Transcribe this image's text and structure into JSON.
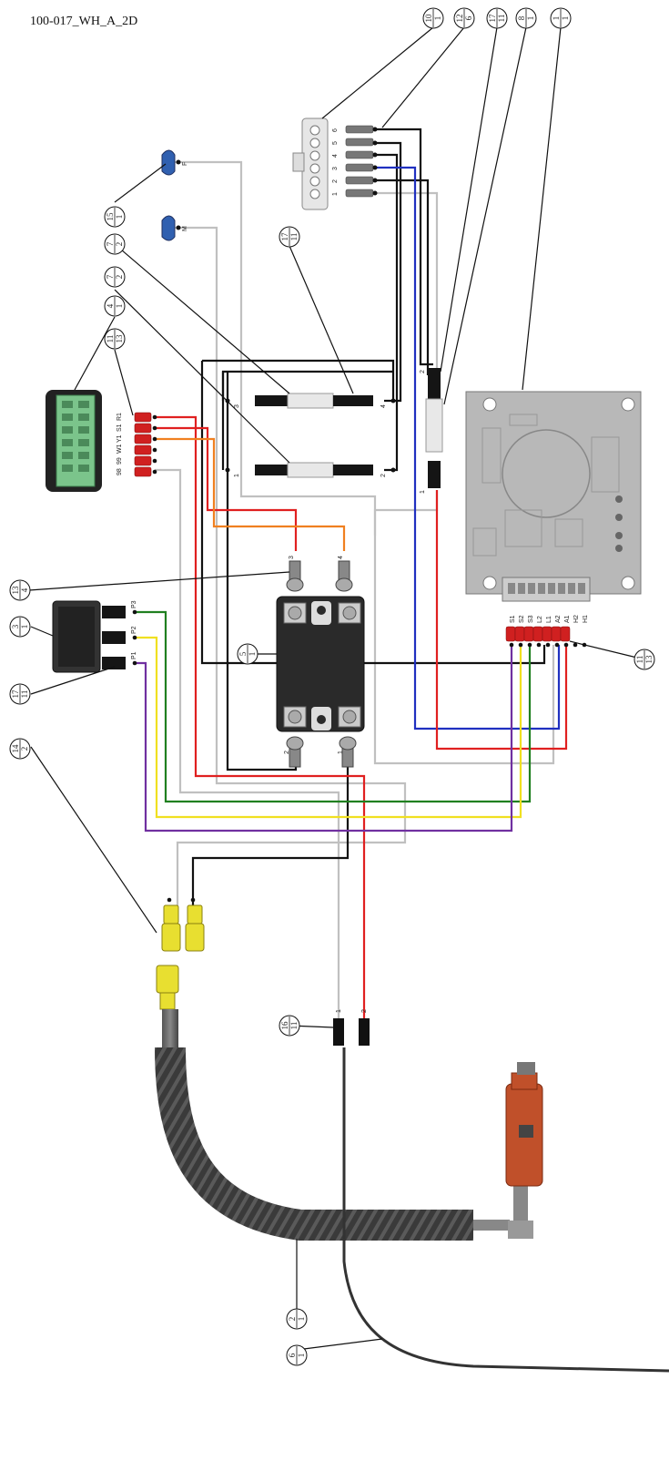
{
  "drawing_id": "100-017_WH_A_2D",
  "balloons": [
    {
      "id": "b-10-1",
      "top": "10",
      "bottom": "1"
    },
    {
      "id": "b-12-6",
      "top": "12",
      "bottom": "6"
    },
    {
      "id": "b-17-11-a",
      "top": "17",
      "bottom": "11"
    },
    {
      "id": "b-8-1",
      "top": "8",
      "bottom": "1"
    },
    {
      "id": "b-1-1",
      "top": "1",
      "bottom": "1"
    },
    {
      "id": "b-15-1",
      "top": "15",
      "bottom": "1"
    },
    {
      "id": "b-7-2-a",
      "top": "7",
      "bottom": "2"
    },
    {
      "id": "b-7-2-b",
      "top": "7",
      "bottom": "2"
    },
    {
      "id": "b-4-1",
      "top": "4",
      "bottom": "1"
    },
    {
      "id": "b-11-13-a",
      "top": "11",
      "bottom": "13"
    },
    {
      "id": "b-17-11-b",
      "top": "17",
      "bottom": "11"
    },
    {
      "id": "b-13-4",
      "top": "13",
      "bottom": "4"
    },
    {
      "id": "b-3-1",
      "top": "3",
      "bottom": "1"
    },
    {
      "id": "b-5-1",
      "top": "5",
      "bottom": "1"
    },
    {
      "id": "b-17-11-c",
      "top": "17",
      "bottom": "11"
    },
    {
      "id": "b-14-2",
      "top": "14",
      "bottom": "2"
    },
    {
      "id": "b-11-13-b",
      "top": "11",
      "bottom": "13"
    },
    {
      "id": "b-16-11",
      "top": "16",
      "bottom": "11"
    },
    {
      "id": "b-2-1",
      "top": "2",
      "bottom": "1"
    },
    {
      "id": "b-6-1",
      "top": "6",
      "bottom": "1"
    }
  ],
  "labels": {
    "connector_pins": [
      "6",
      "5",
      "4",
      "3",
      "2",
      "1"
    ],
    "motor_F": "F",
    "motor_M": "M",
    "fuse_top": [
      "3",
      "4"
    ],
    "fuse_bottom": [
      "1",
      "2"
    ],
    "fuse_v": [
      "2",
      "1"
    ],
    "terminal_block": [
      "98",
      "99",
      "W1",
      "Y1",
      "S1",
      "R1"
    ],
    "relay_top": [
      "3",
      "4"
    ],
    "relay_bottom": [
      "2",
      "1"
    ],
    "switch_pins": [
      "P3",
      "P2",
      "P1"
    ],
    "board_terminals": [
      "S1",
      "S2",
      "S3",
      "L2",
      "L1",
      "A2",
      "A1",
      "H2",
      "H1"
    ],
    "plug_pins": [
      "1",
      "2"
    ]
  },
  "colors": {
    "red": "#e02020",
    "orange": "#f08020",
    "blue": "#2030c0",
    "green": "#208020",
    "yellow": "#f0e020",
    "purple": "#7030a0",
    "black": "#111111",
    "gray": "#c0c0c0"
  }
}
